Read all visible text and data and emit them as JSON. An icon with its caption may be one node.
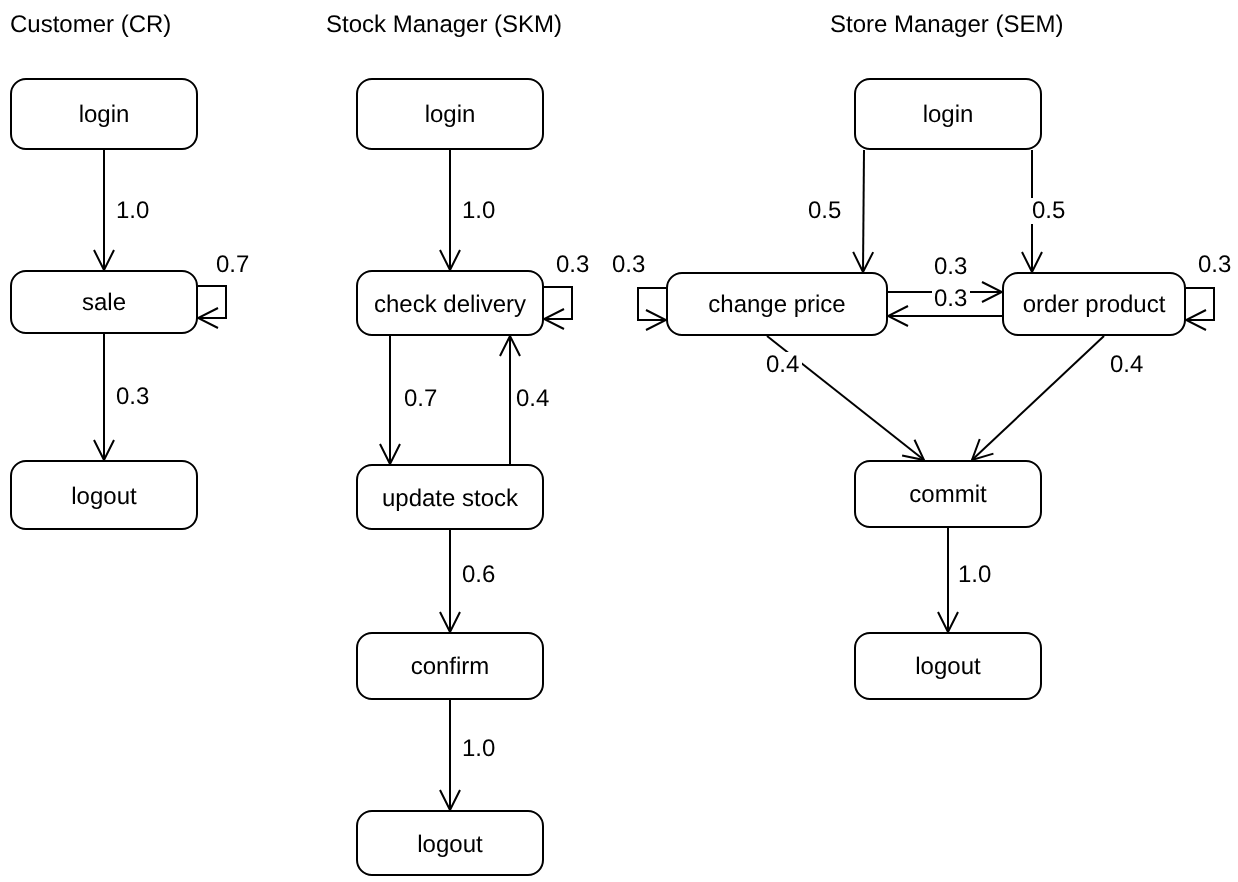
{
  "diagram": {
    "nodes": [
      {
        "text": [
          "login"
        ]
      },
      {
        "text": [
          "sale"
        ]
      },
      {
        "text": [
          "logout"
        ]
      },
      {
        "text": [
          "login"
        ]
      },
      {
        "text": [
          "check delivery"
        ]
      },
      {
        "text": [
          "update stock"
        ]
      },
      {
        "text": [
          "confirm"
        ]
      },
      {
        "text": [
          "logout"
        ]
      },
      {
        "text": [
          "login"
        ]
      },
      {
        "text": [
          "change price"
        ]
      },
      {
        "text": [
          "order product"
        ]
      },
      {
        "text": [
          "commit"
        ]
      },
      {
        "text": [
          "logout"
        ]
      }
    ],
    "edges": [
      {
        "from": 0,
        "to": 1,
        "arrow": "to",
        "label": "1.0"
      },
      {
        "from": 1,
        "to": 1,
        "arrow": "to",
        "label": "0.7"
      },
      {
        "from": 1,
        "to": 2,
        "arrow": "to",
        "label": "0.3"
      },
      {
        "from": 3,
        "to": 4,
        "arrow": "to",
        "label": "1.0"
      },
      {
        "from": 4,
        "to": 4,
        "arrow": "to",
        "label": "0.3"
      },
      {
        "from": 4,
        "to": 5,
        "arrow": "to",
        "label": "0.7"
      },
      {
        "from": 5,
        "to": 4,
        "arrow": "to",
        "label": "0.4"
      },
      {
        "from": 5,
        "to": 6,
        "arrow": "to",
        "label": "0.6"
      },
      {
        "from": 6,
        "to": 7,
        "arrow": "to",
        "label": "1.0"
      },
      {
        "from": 8,
        "to": 9,
        "arrow": "to",
        "label": "0.5"
      },
      {
        "from": 8,
        "to": 10,
        "arrow": "to",
        "label": "0.5"
      },
      {
        "from": 9,
        "to": 9,
        "arrow": "to",
        "label": "0.3"
      },
      {
        "from": 9,
        "to": 10,
        "arrow": "to",
        "label": "0.3"
      },
      {
        "from": 10,
        "to": 9,
        "arrow": "to",
        "label": "0.3"
      },
      {
        "from": 10,
        "to": 10,
        "arrow": "to",
        "label": "0.3"
      },
      {
        "from": 9,
        "to": 11,
        "arrow": "to",
        "label": "0.4"
      },
      {
        "from": 10,
        "to": 11,
        "arrow": "to",
        "label": "0.4"
      },
      {
        "from": 11,
        "to": 12,
        "arrow": "to",
        "label": "1.0"
      }
    ],
    "labels": [
      "Customer (CR)",
      "Stock Manager (SKM)",
      "Store Manager (SEM)"
    ]
  }
}
